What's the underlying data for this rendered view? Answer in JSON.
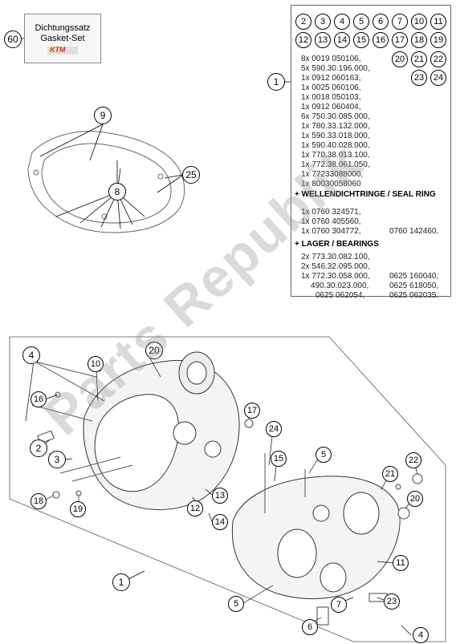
{
  "gasket_set": {
    "callout": "60",
    "line1": "Dichtungssatz",
    "line2": "Gasket-Set",
    "logo": "KTM"
  },
  "list_panel": {
    "callouts_row1": [
      "2",
      "3",
      "4",
      "5",
      "6",
      "7",
      "10",
      "11"
    ],
    "callouts_row2": [
      "12",
      "13",
      "14",
      "15",
      "16",
      "17",
      "18",
      "19"
    ],
    "callouts_extra": [
      "20",
      "21",
      "22",
      "23",
      "24"
    ],
    "main_callout": "1",
    "main_parts": [
      "8x 0019 050106,",
      "5x 590.30.196.000,",
      "1x 0912 060163,",
      "1x 0025 060106,",
      "1x 0018 050103,",
      "1x 0912 060404,",
      "6x 750.30.085.000,",
      "1x 780.33.132.000,",
      "1x 590.33.018.000,",
      "1x 590.40.028.000,",
      "1x 770.38.013.100,",
      "1x 772.38.061.050,",
      "1x 77233088000,",
      "1x 80030058060"
    ],
    "seal_heading": "+ WELLENDICHTRINGE /  SEAL RING",
    "seal_parts": [
      "1x 0760 324571,",
      "1x 0760 405560,",
      "1x 0760 304772,"
    ],
    "seal_extra": "0760 142460,",
    "bearing_heading": "+ LAGER / BEARINGS",
    "bearing_parts": [
      "2x 773.30.082.100,",
      "2x 546.32.095.000,",
      "1x 772.30.058.000,",
      "490.30.023.000,",
      "0625 062054,"
    ],
    "bearing_extra": [
      "0625 160040,",
      "0625 618050,",
      "0625 062035."
    ]
  },
  "gasket_diagram": {
    "callouts": [
      "9",
      "8",
      "25"
    ]
  },
  "engine_diagram": {
    "callouts": [
      "4",
      "10",
      "20",
      "16",
      "2",
      "3",
      "18",
      "19",
      "12",
      "13",
      "14",
      "17",
      "24",
      "15",
      "5",
      "21",
      "22",
      "20",
      "11",
      "5",
      "6",
      "7",
      "23",
      "4",
      "1"
    ]
  },
  "watermark": "Parts Republik"
}
